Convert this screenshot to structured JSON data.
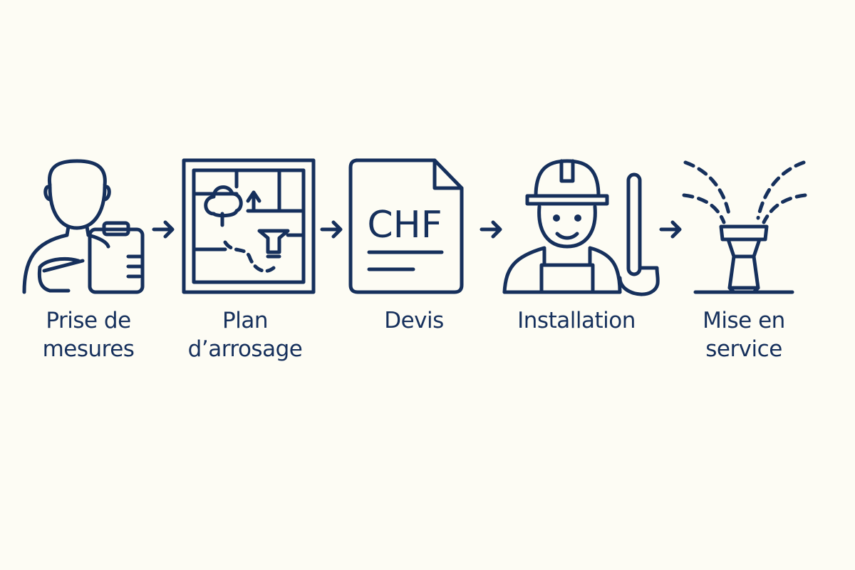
{
  "colors": {
    "background": "#fdfcf4",
    "ink": "#16305c"
  },
  "steps": [
    {
      "icon": "person-clipboard-icon",
      "label_lines": [
        "Prise de",
        "mesures"
      ]
    },
    {
      "icon": "garden-plan-icon",
      "label_lines": [
        "Plan",
        "d’arrosage"
      ]
    },
    {
      "icon": "quote-document-icon",
      "doc_text": "CHF",
      "label_lines": [
        "Devis"
      ]
    },
    {
      "icon": "worker-with-pipe-icon",
      "label_lines": [
        "Installation"
      ]
    },
    {
      "icon": "sprinkler-icon",
      "label_lines": [
        "Mise en",
        "service"
      ]
    }
  ]
}
